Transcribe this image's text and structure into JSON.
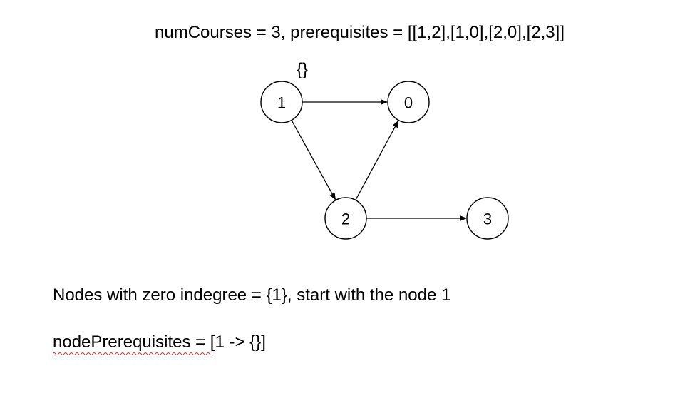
{
  "header": {
    "title": "numCourses = 3, prerequisites = [[1,2],[1,0],[2,0],[2,3]]"
  },
  "graph": {
    "set_label": "{}",
    "nodes": [
      {
        "id": "1",
        "label": "1"
      },
      {
        "id": "0",
        "label": "0"
      },
      {
        "id": "2",
        "label": "2"
      },
      {
        "id": "3",
        "label": "3"
      }
    ],
    "edges": [
      {
        "from": "1",
        "to": "0"
      },
      {
        "from": "1",
        "to": "2"
      },
      {
        "from": "2",
        "to": "0"
      },
      {
        "from": "2",
        "to": "3"
      }
    ]
  },
  "notes": {
    "zero_indegree": "Nodes with zero indegree = {1}, start with the node 1",
    "node_prerequisites": "nodePrerequisites = [1 -> {}]"
  }
}
